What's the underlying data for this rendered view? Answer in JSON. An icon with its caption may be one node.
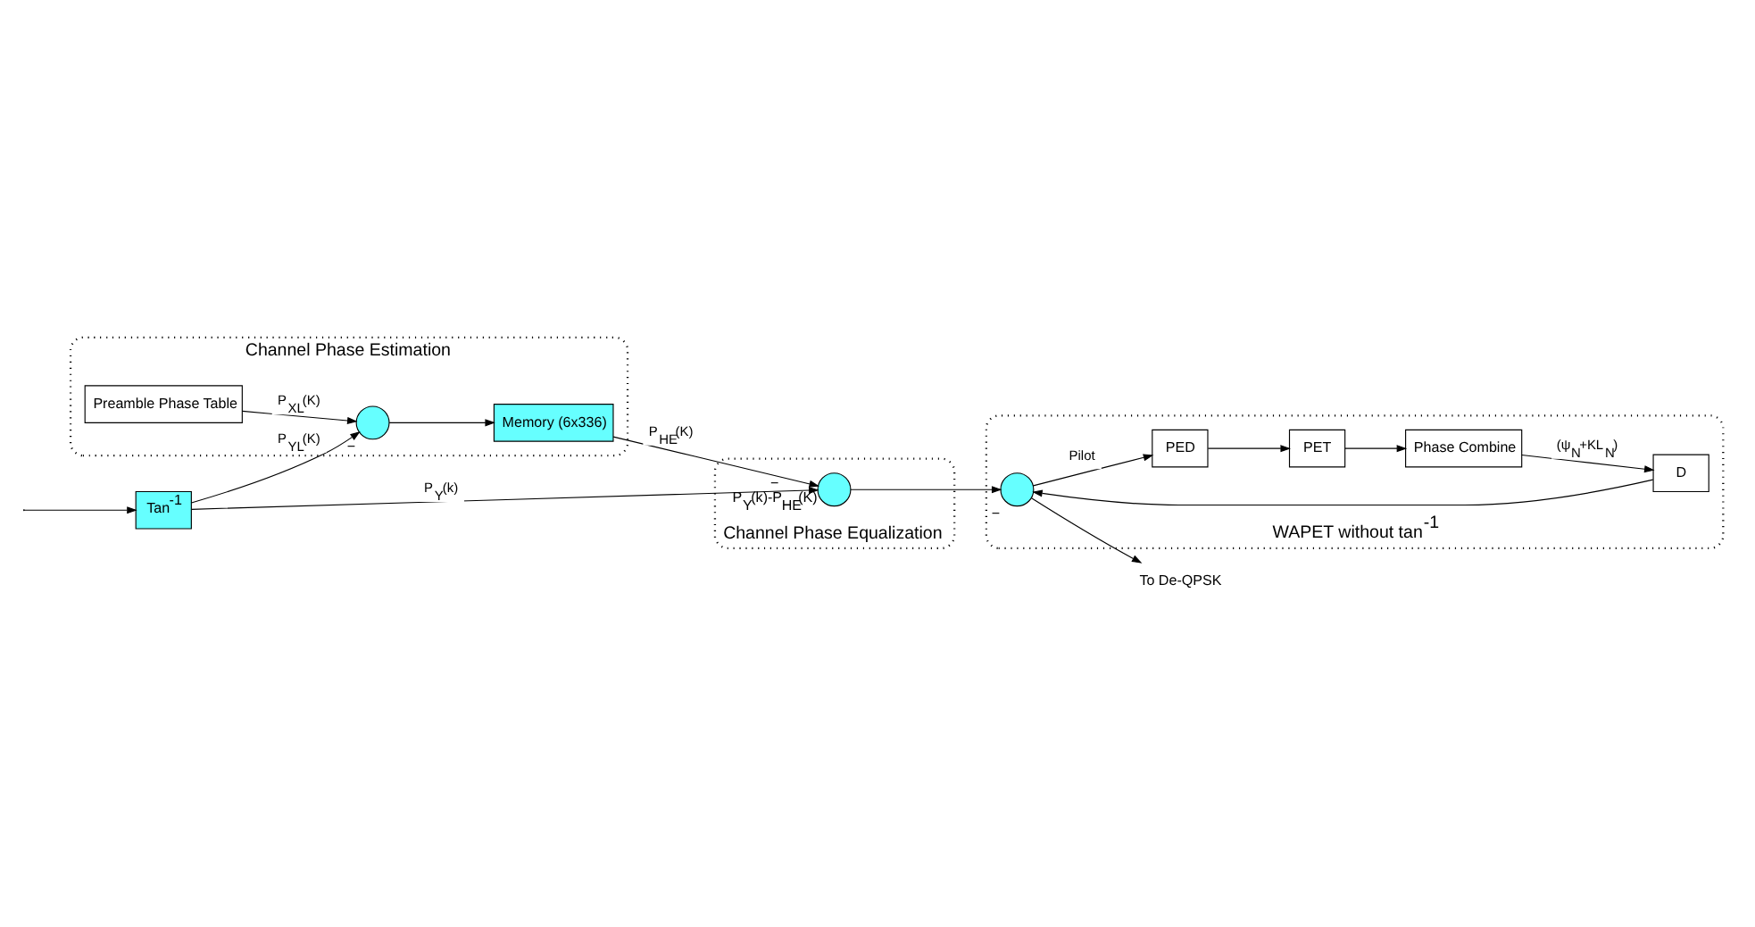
{
  "diagram": {
    "nodes": [
      {
        "text": [
          "Channel Phase Estimation"
        ]
      },
      {
        "text": [
          "Preamble Phase Table"
        ],
        "in": 0
      },
      {
        "text": [],
        "shape": "circle",
        "in": 0,
        "beside": [
          "−"
        ]
      },
      {
        "text": [
          "Memory (6x336)"
        ],
        "in": 0
      },
      {
        "text": [
          "Channel Phase Equalization"
        ]
      },
      {
        "text": [],
        "shape": "circle",
        "in": 4,
        "beside": [
          "−",
          "P$_{Y}$(k)-P$_{HE}$(K)"
        ]
      },
      {
        "text": [
          "WAPET without tan$^{-1}$"
        ]
      },
      {
        "text": [
          "PET"
        ],
        "in": 6
      },
      {
        "text": [
          "PED"
        ],
        "in": 6
      },
      {
        "text": [
          "Phase Combine"
        ],
        "in": 6
      },
      {
        "text": [
          "D"
        ],
        "in": 6
      },
      {
        "text": [],
        "shape": "circle",
        "in": 6,
        "beside": [
          "−"
        ]
      },
      {
        "text": [
          "Tan$^{-1}$"
        ]
      },
      {
        "text": [
          "To De-QPSK"
        ]
      }
    ],
    "edges": [
      {
        "from": null,
        "to": 12,
        "arrow": "to"
      },
      {
        "from": 12,
        "to": 2,
        "arrow": "to",
        "label": "P$_{YL}$(K)"
      },
      {
        "from": 12,
        "to": 5,
        "arrow": "to",
        "label": "P$_{Y}$(k)"
      },
      {
        "from": 1,
        "to": 2,
        "arrow": "to",
        "label": "P$_{XL}$(K)"
      },
      {
        "from": 2,
        "to": 3,
        "arrow": "to"
      },
      {
        "from": 3,
        "to": 5,
        "arrow": "to",
        "label": "P$_{HE}$(K)"
      },
      {
        "from": 5,
        "to": 11,
        "arrow": "to"
      },
      {
        "from": 11,
        "to": 8,
        "arrow": "to",
        "label": "Pilot"
      },
      {
        "from": 8,
        "to": 7,
        "arrow": "to"
      },
      {
        "from": 7,
        "to": 9,
        "arrow": "to"
      },
      {
        "from": 9,
        "to": 10,
        "arrow": "to",
        "label": "(ψ$_{N}$+KL$_{N}$)"
      },
      {
        "from": 10,
        "to": 11,
        "arrow": "to"
      },
      {
        "from": 11,
        "to": 13,
        "arrow": "to"
      }
    ]
  }
}
